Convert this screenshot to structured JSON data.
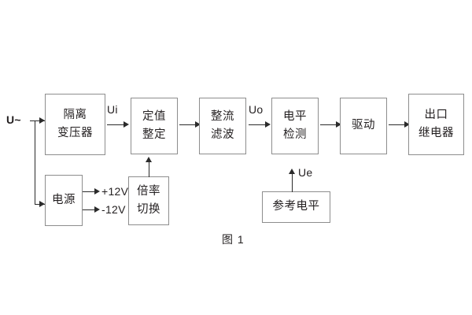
{
  "diagram": {
    "caption": "图 1",
    "input_label": "U~",
    "blocks": [
      {
        "id": "isolation-transformer",
        "line1": "隔离",
        "line2": "变压器"
      },
      {
        "id": "setting-value",
        "line1": "定值",
        "line2": "整定"
      },
      {
        "id": "rectify-filter",
        "line1": "整流",
        "line2": "滤波"
      },
      {
        "id": "level-detection",
        "line1": "电平",
        "line2": "检测"
      },
      {
        "id": "drive",
        "line1": "驱动",
        "line2": ""
      },
      {
        "id": "output-relay",
        "line1": "出口",
        "line2": "继电器"
      },
      {
        "id": "power-supply",
        "line1": "电源",
        "line2": ""
      },
      {
        "id": "multiplier-switch",
        "line1": "倍率",
        "line2": "切换"
      },
      {
        "id": "reference-level",
        "line1": "参考电平",
        "line2": ""
      }
    ],
    "signal_labels": {
      "ui": "Ui",
      "uo": "Uo",
      "ue": "Ue",
      "rail_positive": "+12V",
      "rail_negative": "-12V"
    }
  },
  "colors": {
    "box_border": "#8d8d8d",
    "line": "#2b2b2b",
    "text": "#231f20",
    "background": "#ffffff"
  }
}
